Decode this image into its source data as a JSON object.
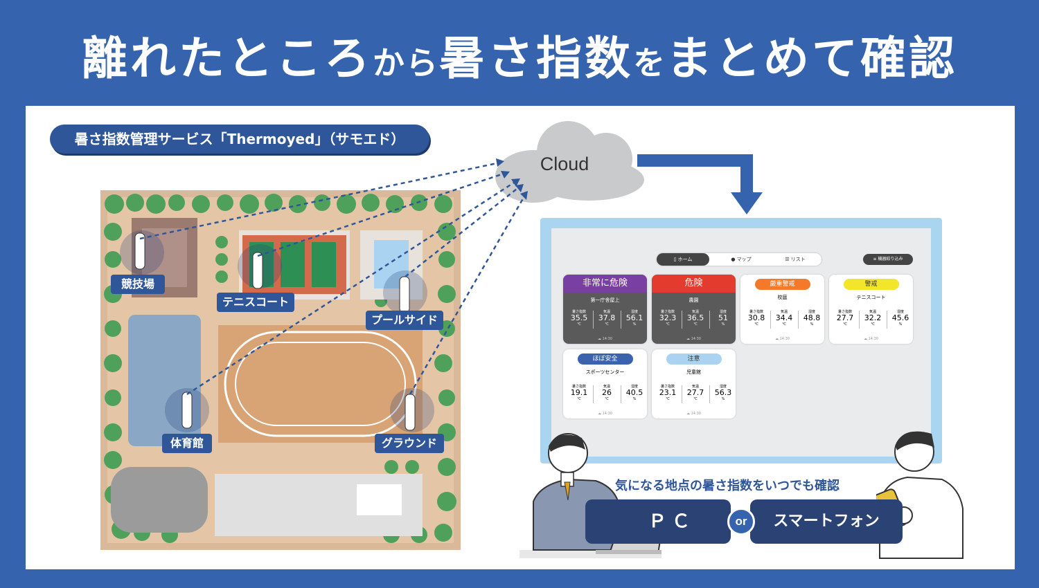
{
  "headline": {
    "main1": "離れたところ",
    "small": "から",
    "main2": "暑さ指数",
    "small2": "を",
    "main3": "まとめて確認"
  },
  "service_label": "暑さ指数管理サービス「Thermoyed」（サモエド）",
  "cloud_label": "Cloud",
  "locations": [
    {
      "label": "競技場"
    },
    {
      "label": "テニスコート"
    },
    {
      "label": "プールサイド"
    },
    {
      "label": "体育館"
    },
    {
      "label": "グラウンド"
    }
  ],
  "app": {
    "tabs": [
      {
        "label": "ホーム"
      },
      {
        "label": "マップ"
      },
      {
        "label": "リスト"
      }
    ],
    "filter_label": "機器絞り込み",
    "metric_labels": {
      "wbgt": "暑さ指数",
      "temp": "気温",
      "humidity": "湿度"
    },
    "units": {
      "wbgt": "℃",
      "temp": "℃",
      "humidity": "%"
    },
    "cards": [
      {
        "level": "非常に危険",
        "place": "第一庁舎屋上",
        "wbgt": "35.5",
        "temp": "37.8",
        "humidity": "56.1",
        "time": "14:30",
        "color": "#7a3fa2"
      },
      {
        "level": "危険",
        "place": "農園",
        "wbgt": "32.3",
        "temp": "36.5",
        "humidity": "51",
        "time": "14:30",
        "color": "#e33b2e"
      },
      {
        "level": "厳重警戒",
        "place": "校庭",
        "wbgt": "30.8",
        "temp": "34.4",
        "humidity": "48.8",
        "time": "14:30",
        "color": "#f47a2a"
      },
      {
        "level": "警戒",
        "place": "テニスコート",
        "wbgt": "27.7",
        "temp": "32.2",
        "humidity": "45.6",
        "time": "14:30",
        "color": "#f2e52a"
      },
      {
        "level": "ほぼ安全",
        "place": "スポーツセンター",
        "wbgt": "19.1",
        "temp": "26",
        "humidity": "40.5",
        "time": "14:30",
        "color": "#3b63ad"
      },
      {
        "level": "注意",
        "place": "児童館",
        "wbgt": "23.1",
        "temp": "27.7",
        "humidity": "56.3",
        "time": "14:30",
        "color": "#a9d3f0"
      }
    ]
  },
  "confirm_text": "気になる地点の暑さ指数をいつでも確認",
  "devices": {
    "pc": "ＰＣ",
    "or": "or",
    "phone": "スマートフォン"
  },
  "colors": {
    "background": "#3563ae",
    "accent": "#2f5699",
    "screen_frame": "#a9d5f0"
  }
}
